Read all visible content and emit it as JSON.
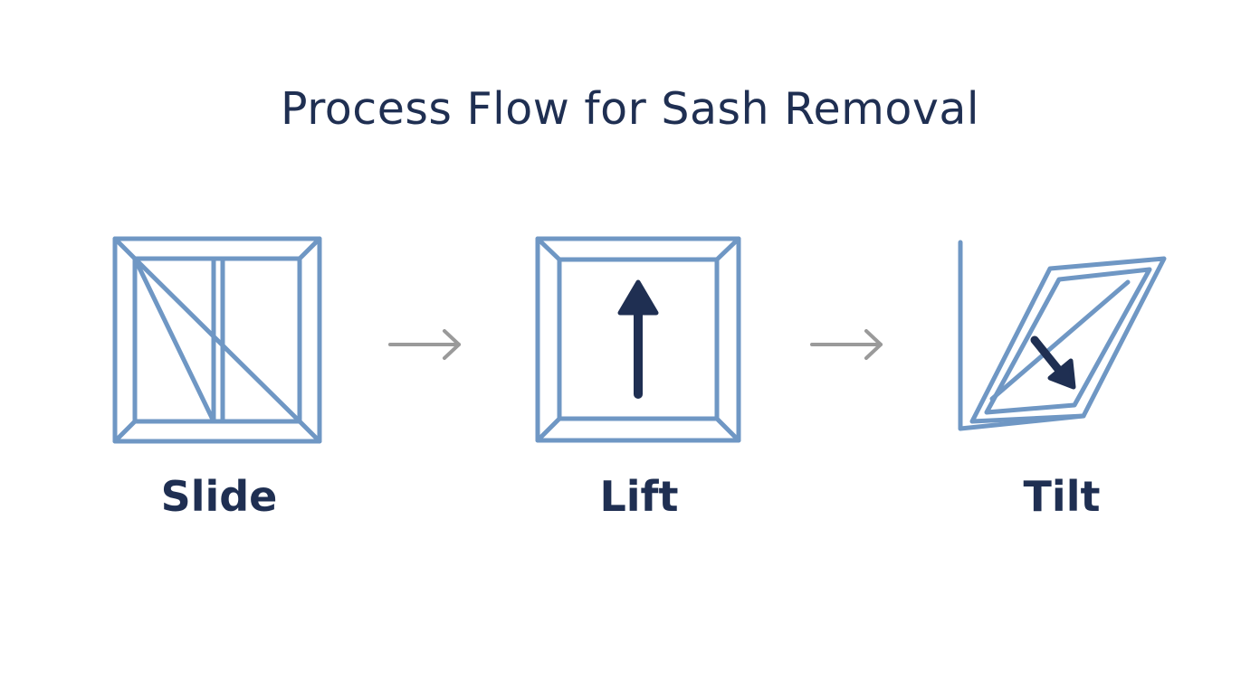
{
  "title": "Process Flow for Sash Removal",
  "steps": [
    {
      "label": "Slide",
      "icon": "sliding-window-icon"
    },
    {
      "label": "Lift",
      "icon": "lift-window-icon"
    },
    {
      "label": "Tilt",
      "icon": "tilt-window-icon"
    }
  ],
  "colors": {
    "frame": "#6f97c4",
    "arrow_dark": "#1f2f52",
    "connector": "#9a9a9a",
    "text": "#1f2f52"
  }
}
